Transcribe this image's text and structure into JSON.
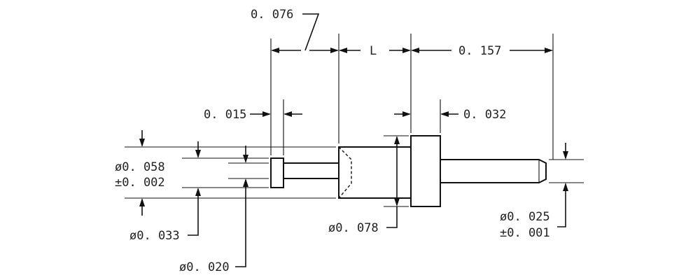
{
  "dimensions": {
    "top_0076": "0. 076",
    "top_L": "L",
    "top_0157": "0. 157",
    "dim_0015": "0. 015",
    "dim_0032": "0. 032",
    "dia_0058": "ø0. 058",
    "tol_0002": "±0. 002",
    "dia_0033": "ø0. 033",
    "dia_0020": "ø0. 020",
    "dia_0078": "ø0. 078",
    "dia_0025": "ø0. 025",
    "tol_0001": "±0. 001"
  }
}
